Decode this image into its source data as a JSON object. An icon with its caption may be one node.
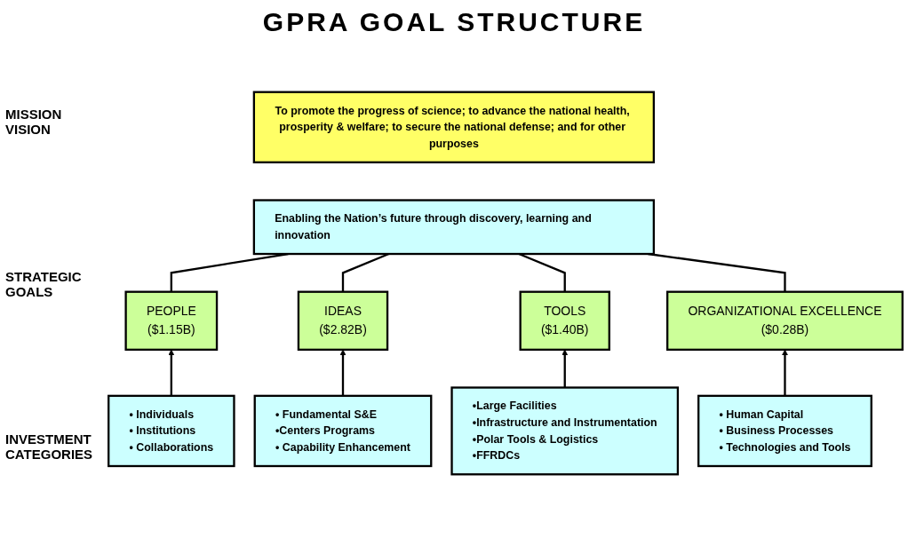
{
  "diagram": {
    "title": "GPRA GOAL STRUCTURE",
    "nodes": [
      {
        "text": [
          "To promote the progress of science; to advance the national health, prosperity & welfare; to secure the national defense; and for other purposes"
        ]
      },
      {
        "text": [
          "Enabling the Nation’s future through discovery, learning and innovation"
        ]
      },
      {
        "text": [
          "PEOPLE",
          "($1.15B)"
        ]
      },
      {
        "text": [
          "IDEAS",
          "($2.82B)"
        ]
      },
      {
        "text": [
          "TOOLS",
          "($1.40B)"
        ]
      },
      {
        "text": [
          "ORGANIZATIONAL EXCELLENCE",
          "($0.28B)"
        ]
      },
      {
        "text": [
          "• Individuals",
          "• Institutions",
          "• Collaborations"
        ]
      },
      {
        "text": [
          "• Fundamental S&E",
          "•Centers Programs",
          "• Capability Enhancement"
        ]
      },
      {
        "text": [
          "•Large Facilities",
          "•Infrastructure and Instrumentation",
          "•Polar Tools & Logistics",
          "•FFRDCs"
        ]
      },
      {
        "text": [
          "• Human Capital",
          "• Business Processes",
          "• Technologies and Tools"
        ]
      }
    ],
    "edges": [
      {
        "from": 2,
        "to": 1,
        "arrow": "none"
      },
      {
        "from": 3,
        "to": 1,
        "arrow": "none"
      },
      {
        "from": 4,
        "to": 1,
        "arrow": "none"
      },
      {
        "from": 5,
        "to": 1,
        "arrow": "none"
      },
      {
        "from": 6,
        "to": 2,
        "arrow": "to"
      },
      {
        "from": 7,
        "to": 3,
        "arrow": "to"
      },
      {
        "from": 8,
        "to": 4,
        "arrow": "to"
      },
      {
        "from": 9,
        "to": 5,
        "arrow": "to"
      }
    ],
    "labels": [
      "MISSION VISION",
      "STRATEGIC GOALS",
      "INVESTMENT CATEGORIES"
    ]
  }
}
